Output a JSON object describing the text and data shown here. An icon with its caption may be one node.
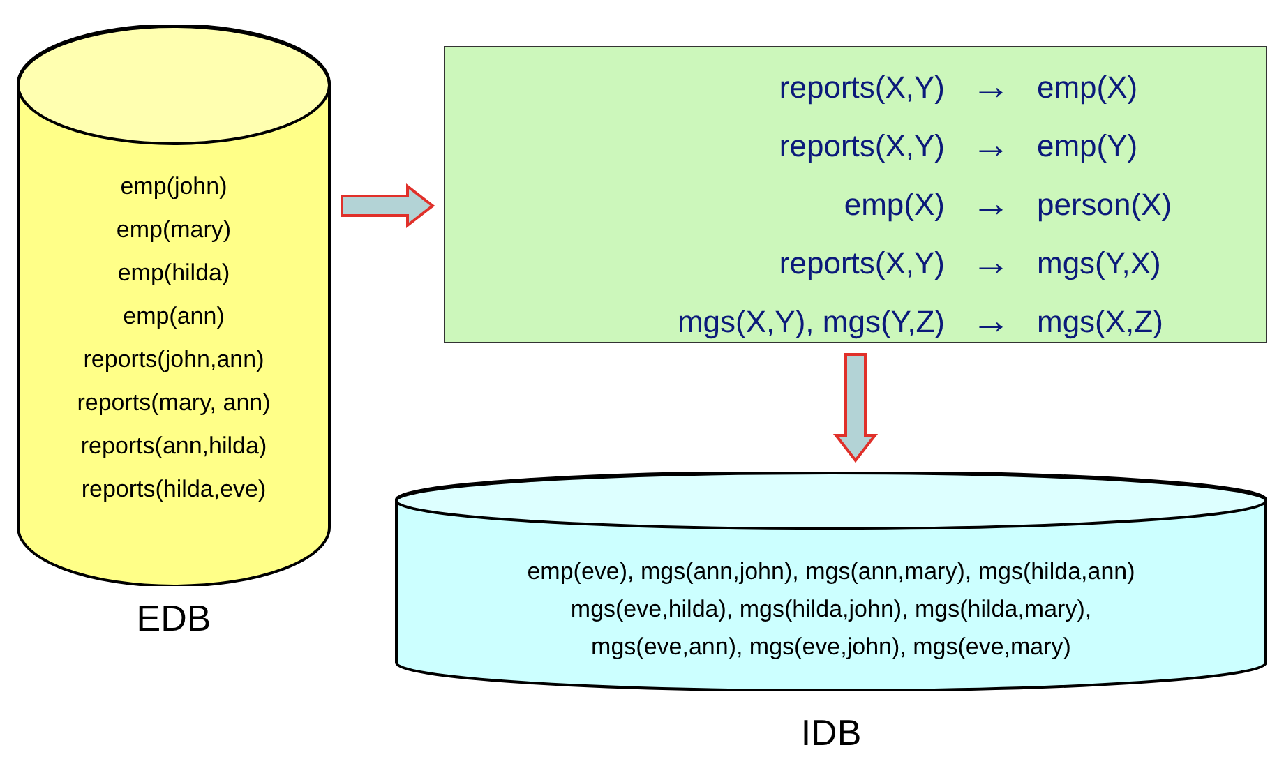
{
  "diagram": {
    "nodes": [
      {
        "text": [
          "emp(john)",
          "emp(mary)",
          "emp(hilda)",
          "emp(ann)",
          "reports(john,ann)",
          "reports(mary, ann)",
          "reports(ann,hilda)",
          "reports(hilda,eve)"
        ],
        "beside": [
          "EDB"
        ]
      },
      {
        "text": [
          "reports(X,Y)",
          "→",
          "emp(X)",
          "reports(X,Y)",
          "→",
          "emp(Y)",
          "emp(X)",
          "→",
          "person(X)",
          "reports(X,Y)",
          "→",
          "mgs(Y,X)",
          "mgs(X,Y), mgs(Y,Z)",
          "→",
          "mgs(X,Z)"
        ]
      },
      {
        "text": [
          "emp(eve), mgs(ann,john), mgs(ann,mary), mgs(hilda,ann) mgs(eve,hilda), mgs(hilda,john), mgs(hilda,mary), mgs(eve,ann), mgs(eve,john), mgs(eve,mary)"
        ],
        "beside": [
          "IDB"
        ]
      }
    ],
    "edges": [
      {
        "from": 0,
        "to": 1,
        "arrow": "to"
      },
      {
        "from": 1,
        "to": 2,
        "arrow": "to"
      }
    ]
  }
}
